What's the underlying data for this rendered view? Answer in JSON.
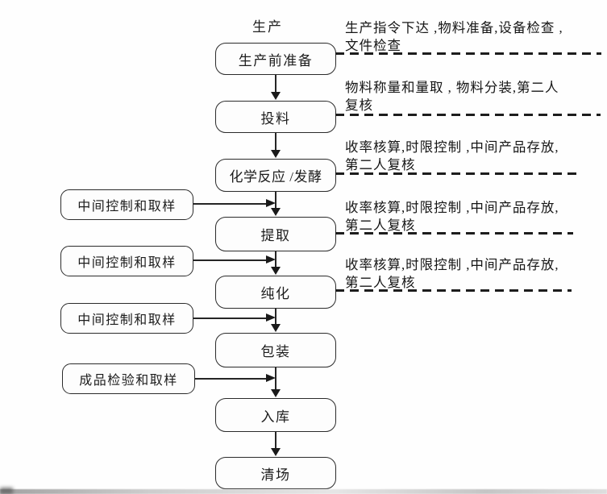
{
  "title": "生产",
  "colors": {
    "ink": "#1f1f1f",
    "background": "#fefefe",
    "box_fill": "#fdfdfd"
  },
  "main_flow": [
    {
      "label": "生产前准备"
    },
    {
      "label": "投料"
    },
    {
      "label": "化学反应 /发酵"
    },
    {
      "label": "提取"
    },
    {
      "label": "纯化"
    },
    {
      "label": "包装"
    },
    {
      "label": "入库"
    },
    {
      "label": "清场"
    }
  ],
  "side_controls": [
    {
      "label": "中间控制和取样"
    },
    {
      "label": "中间控制和取样"
    },
    {
      "label": "中间控制和取样"
    },
    {
      "label": "成品检验和取样"
    }
  ],
  "annotations": [
    {
      "line1": "生产指令下达 ,物料准备,设备检查 ,",
      "line2": "文件检查"
    },
    {
      "line1": "物料称量和量取 , 物料分装,第二人",
      "line2": "复核"
    },
    {
      "line1": "收率核算,时限控制 ,中间产品存放,",
      "line2": "第二人复核"
    },
    {
      "line1": "收率核算,时限控制 ,中间产品存放,",
      "line2": "第二人复核"
    },
    {
      "line1": "收率核算,时限控制 ,中间产品存放,",
      "line2": "第二人复核"
    }
  ]
}
